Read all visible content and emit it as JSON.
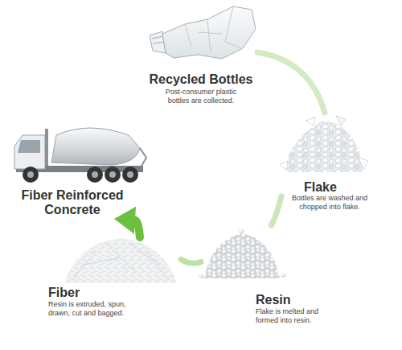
{
  "diagram": {
    "nodes": [
      {
        "text": [
          "Recycled Bottles",
          "Post-consumer plastic bottles are collected."
        ]
      },
      {
        "text": [
          "Flake",
          "Bottles are washed and chopped into flake."
        ]
      },
      {
        "text": [
          "Resin",
          "Flake is melted and formed into resin."
        ]
      },
      {
        "text": [
          "Fiber",
          "Resin is extruded, spun, drawn, cut and bagged."
        ]
      },
      {
        "text": [
          "Fiber Reinforced Concrete"
        ]
      }
    ],
    "edges": [
      {
        "from": 0,
        "to": 1,
        "arrow": "none"
      },
      {
        "from": 1,
        "to": 2,
        "arrow": "none"
      },
      {
        "from": 2,
        "to": 3,
        "arrow": "none"
      },
      {
        "from": 3,
        "to": 4,
        "arrow": "to"
      }
    ]
  }
}
